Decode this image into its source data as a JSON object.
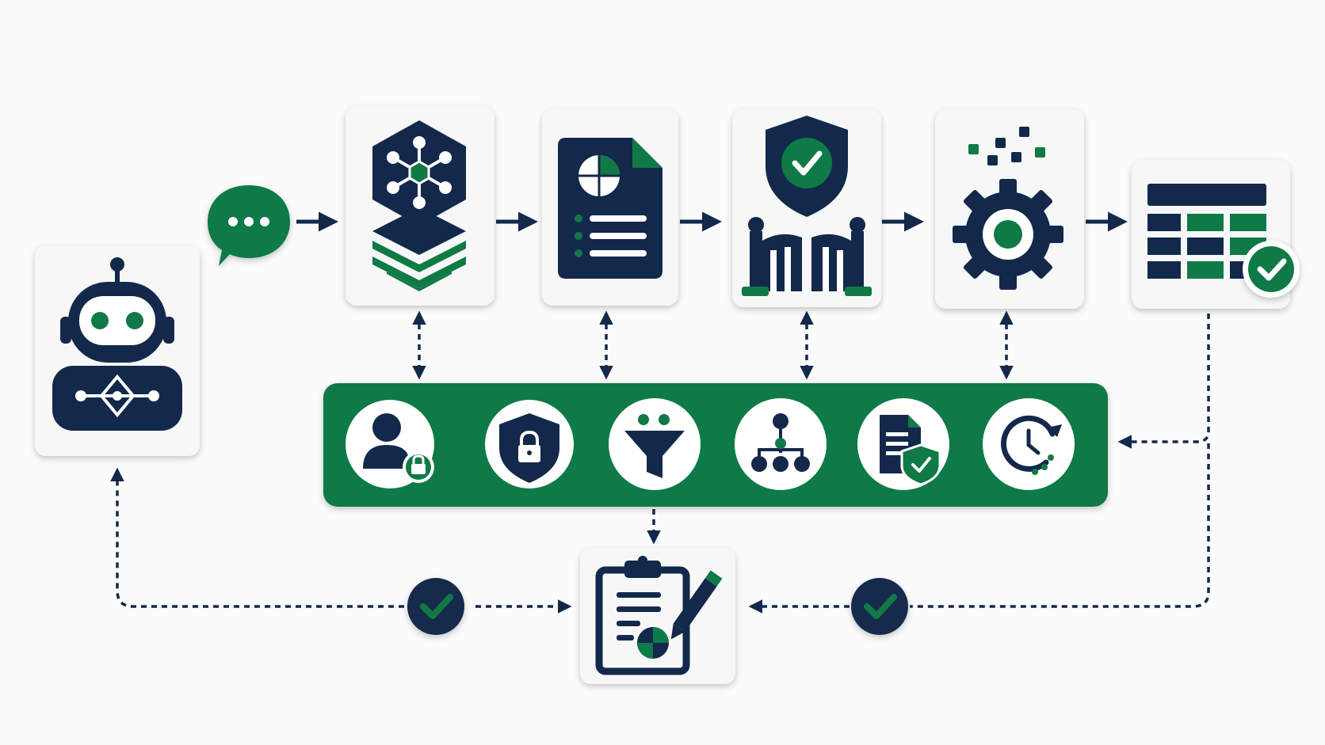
{
  "palette": {
    "navy": "#13294b",
    "green": "#0f7a46",
    "card": "#f7f7f7",
    "white": "#ffffff",
    "background": "#fbfbfb"
  },
  "nodes": [
    {
      "name": "ai-agent-robot",
      "icon": "robot-icon"
    },
    {
      "name": "chat-message",
      "icon": "chat-bubble-icon"
    },
    {
      "name": "data-model-layers",
      "icon": "network-layers-icon"
    },
    {
      "name": "report-document",
      "icon": "pie-chart-document-icon"
    },
    {
      "name": "access-gate",
      "icon": "shield-gate-icon"
    },
    {
      "name": "processing-engine",
      "icon": "gear-icon"
    },
    {
      "name": "validated-table",
      "icon": "table-check-icon"
    },
    {
      "name": "audit-report",
      "icon": "clipboard-pen-icon"
    }
  ],
  "governance_bar": {
    "name": "governance-controls",
    "items": [
      {
        "name": "user-access",
        "icon": "user-lock-icon"
      },
      {
        "name": "security-policy",
        "icon": "shield-lock-icon"
      },
      {
        "name": "data-filter",
        "icon": "funnel-icon"
      },
      {
        "name": "hierarchy",
        "icon": "org-chart-icon"
      },
      {
        "name": "compliance-document",
        "icon": "document-shield-icon"
      },
      {
        "name": "retention-timer",
        "icon": "clock-refresh-icon"
      }
    ]
  },
  "checkpoints": [
    {
      "name": "approval-check-left",
      "icon": "check-circle-icon"
    },
    {
      "name": "approval-check-right",
      "icon": "check-circle-icon"
    }
  ]
}
